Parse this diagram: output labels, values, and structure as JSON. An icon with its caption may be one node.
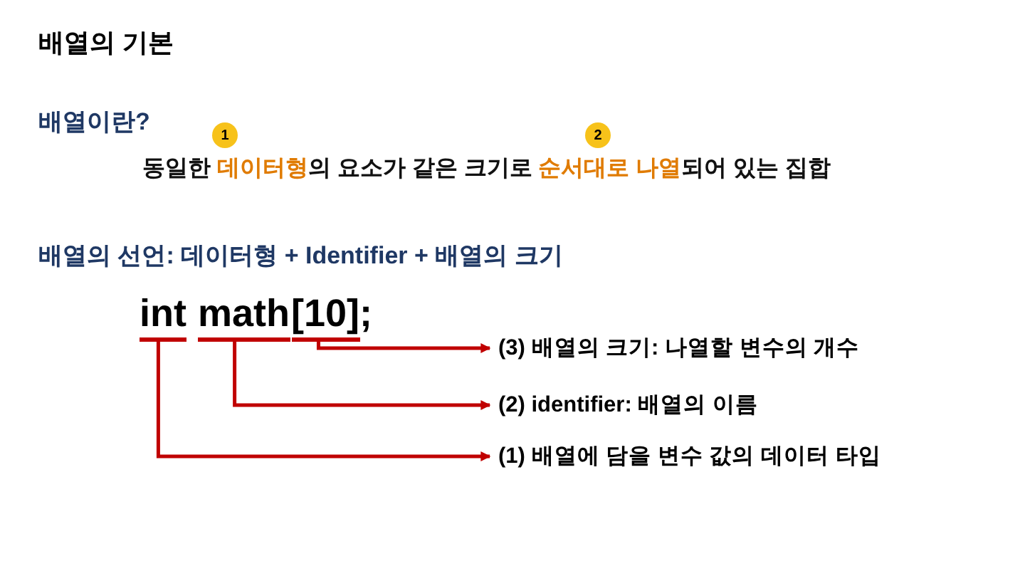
{
  "diagram": {
    "title": "배열의 기본",
    "nodes": [
      {
        "text": [
          "1"
        ]
      },
      {
        "text": [
          "2"
        ]
      },
      {
        "text": [
          "int"
        ]
      },
      {
        "text": [
          "math"
        ]
      },
      {
        "text": [
          "[10]"
        ]
      },
      {
        "text": [
          "(3) 배열의 크기: 나열할 변수의 개수"
        ]
      },
      {
        "text": [
          "(2) identifier: 배열의 이름"
        ]
      },
      {
        "text": [
          "(1) 배열에 담을 변수 값의 데이터 타입"
        ]
      }
    ],
    "edges": [
      {
        "from": 4,
        "to": 5,
        "arrow": "to"
      },
      {
        "from": 3,
        "to": 6,
        "arrow": "to"
      },
      {
        "from": 2,
        "to": 7,
        "arrow": "to"
      }
    ],
    "labels": [
      "배열이란?",
      "동일한 **데이터형**의 요소가 같은 크기로 **순서대로 나열**되어 있는 집합",
      "배열의 선언: 데이터형 + Identifier + 배열의 크기",
      ";"
    ]
  }
}
